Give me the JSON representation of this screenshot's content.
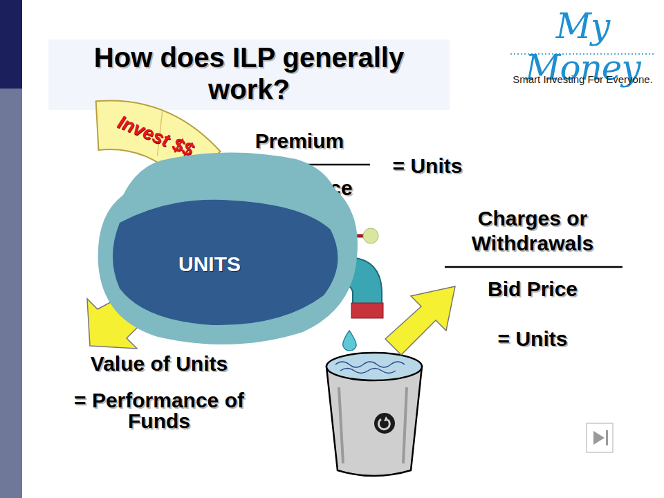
{
  "diagram": {
    "title": "How does ILP generally work?",
    "nodes": [
      {
        "text": [
          "Invest $$"
        ]
      },
      {
        "text": [
          "UNITS"
        ]
      }
    ],
    "labels": [
      "My Money",
      "Smart Investing For Everyone.",
      "Premium",
      "Offer Price",
      "= Units",
      "Charges or Withdrawals",
      "Bid Price",
      "= Units",
      "Value of Units",
      "= Performance of Funds"
    ]
  }
}
